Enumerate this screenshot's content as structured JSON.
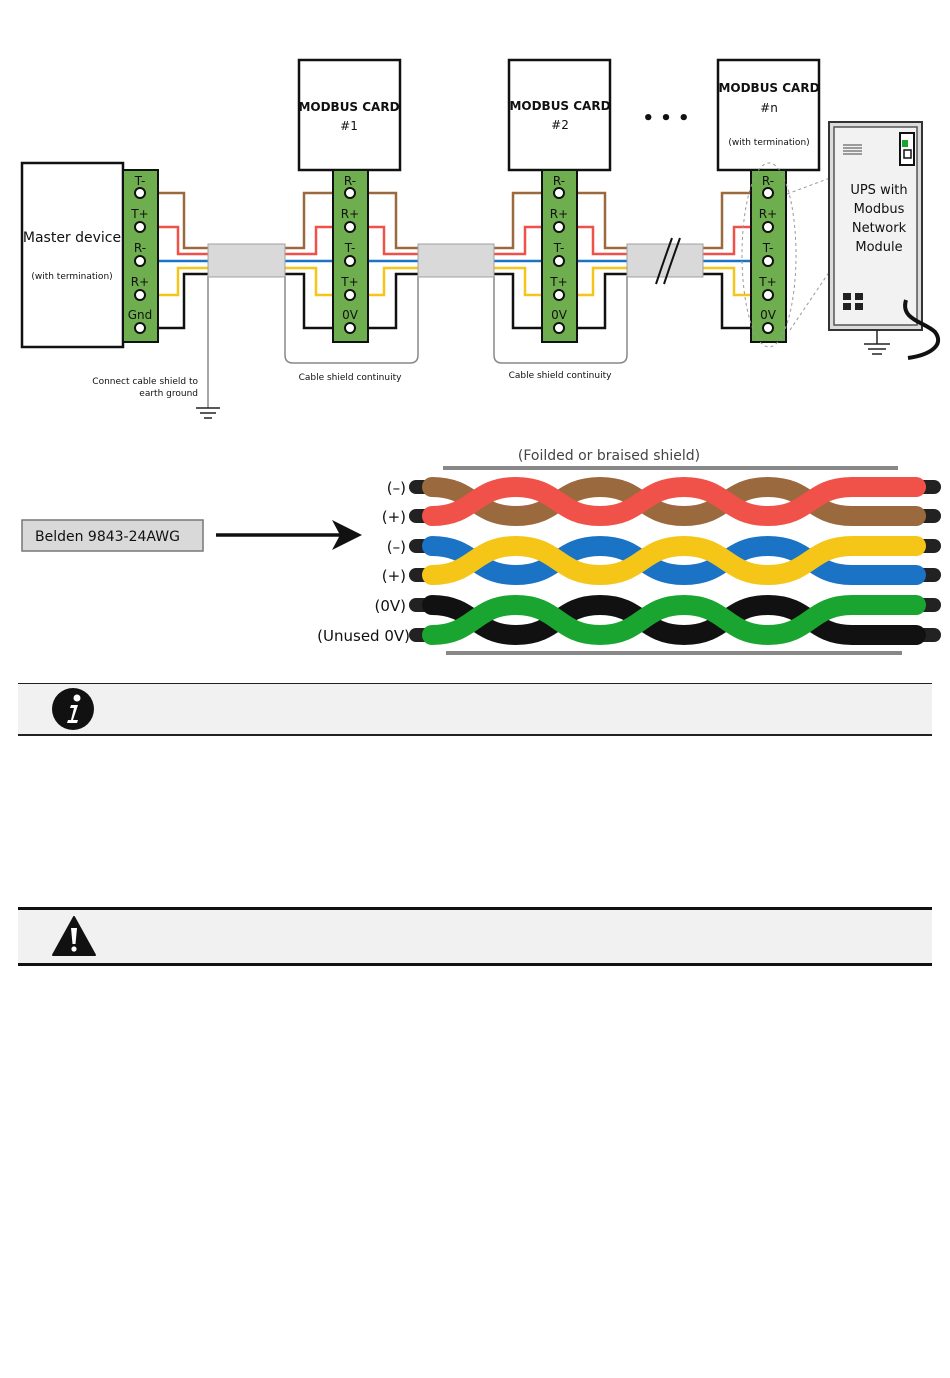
{
  "wiring": {
    "master": {
      "title": "Master device",
      "subtitle": "(with termination)",
      "terminals": [
        "T-",
        "T+",
        "R-",
        "R+",
        "Gnd"
      ]
    },
    "cards": [
      {
        "title": "MODBUS CARD",
        "number": "#1",
        "subtitle": "",
        "terminals": [
          "R-",
          "R+",
          "T-",
          "T+",
          "0V"
        ]
      },
      {
        "title": "MODBUS CARD",
        "number": "#2",
        "subtitle": "",
        "terminals": [
          "R-",
          "R+",
          "T-",
          "T+",
          "0V"
        ]
      },
      {
        "title": "MODBUS CARD",
        "number": "#n",
        "subtitle": "(with termination)",
        "terminals": [
          "R-",
          "R+",
          "T-",
          "T+",
          "0V"
        ]
      }
    ],
    "ellipsis": "• • •",
    "ups": {
      "lines": [
        "UPS with",
        "Modbus",
        "Network",
        "Module"
      ]
    },
    "labels": {
      "ground_note_1": "Connect cable shield to",
      "ground_note_2": "earth ground",
      "shield_continuity_1": "Cable shield continuity",
      "shield_continuity_2": "Cable shield continuity"
    },
    "colors": {
      "brown": "#9a6a3e",
      "red": "#f0524a",
      "blue": "#1a73c4",
      "yellow": "#f5c518",
      "black": "#111111",
      "green": "#1aa530",
      "terminal_green": "#6fae4e"
    }
  },
  "cable": {
    "name": "Belden 9843-24AWG",
    "shield_label": "(Foilded or braised shield)",
    "wire_labels": [
      "(–)",
      "(+)",
      "(–)",
      "(+)",
      "(0V)",
      "(Unused 0V)"
    ]
  },
  "notes": {
    "info_icon": "info-icon",
    "warning_icon": "warning-icon"
  }
}
